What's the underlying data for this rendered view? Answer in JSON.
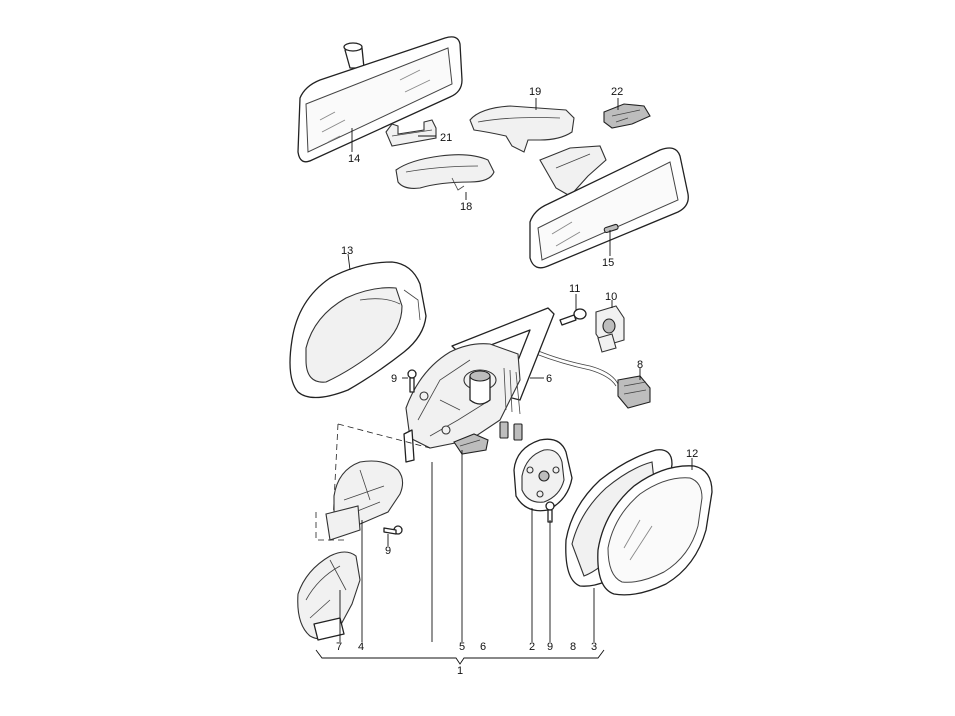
{
  "callouts": {
    "c14": "14",
    "c21": "21",
    "c18": "18",
    "c19": "19",
    "c22": "22",
    "c15": "15",
    "c13": "13",
    "c11": "11",
    "c10": "10",
    "c9a": "9",
    "c6a": "6",
    "c8a": "8",
    "c12": "12",
    "c9b": "9"
  },
  "bottom_row": [
    "7",
    "4",
    "5",
    "6",
    "2",
    "9",
    "8",
    "3"
  ],
  "assembly_label": "1"
}
